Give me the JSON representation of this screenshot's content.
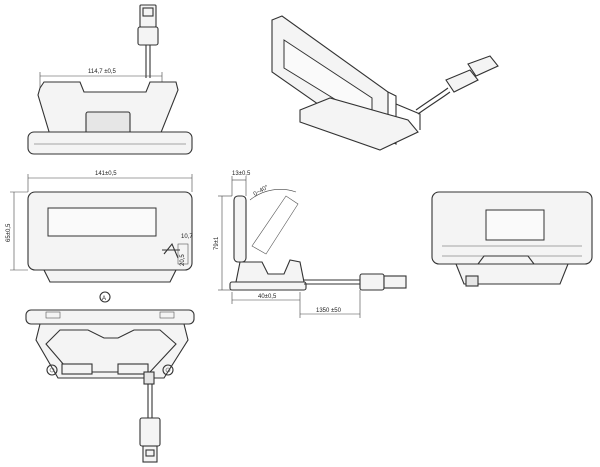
{
  "dimensions": {
    "top_width": "114,7 ±0,5",
    "front_width": "141±0,5",
    "front_height": "65±0,5",
    "front_small_a": "10,7",
    "front_small_b": "20,5",
    "side_top": "13±0,5",
    "side_angle": "0~40°",
    "side_height": "79±1",
    "side_depth": "40±0,5",
    "cable_length": "1350 ±50"
  },
  "labels": {
    "view_marker": "A"
  },
  "colors": {
    "line": "#333333",
    "fill_light": "#f4f4f4"
  }
}
